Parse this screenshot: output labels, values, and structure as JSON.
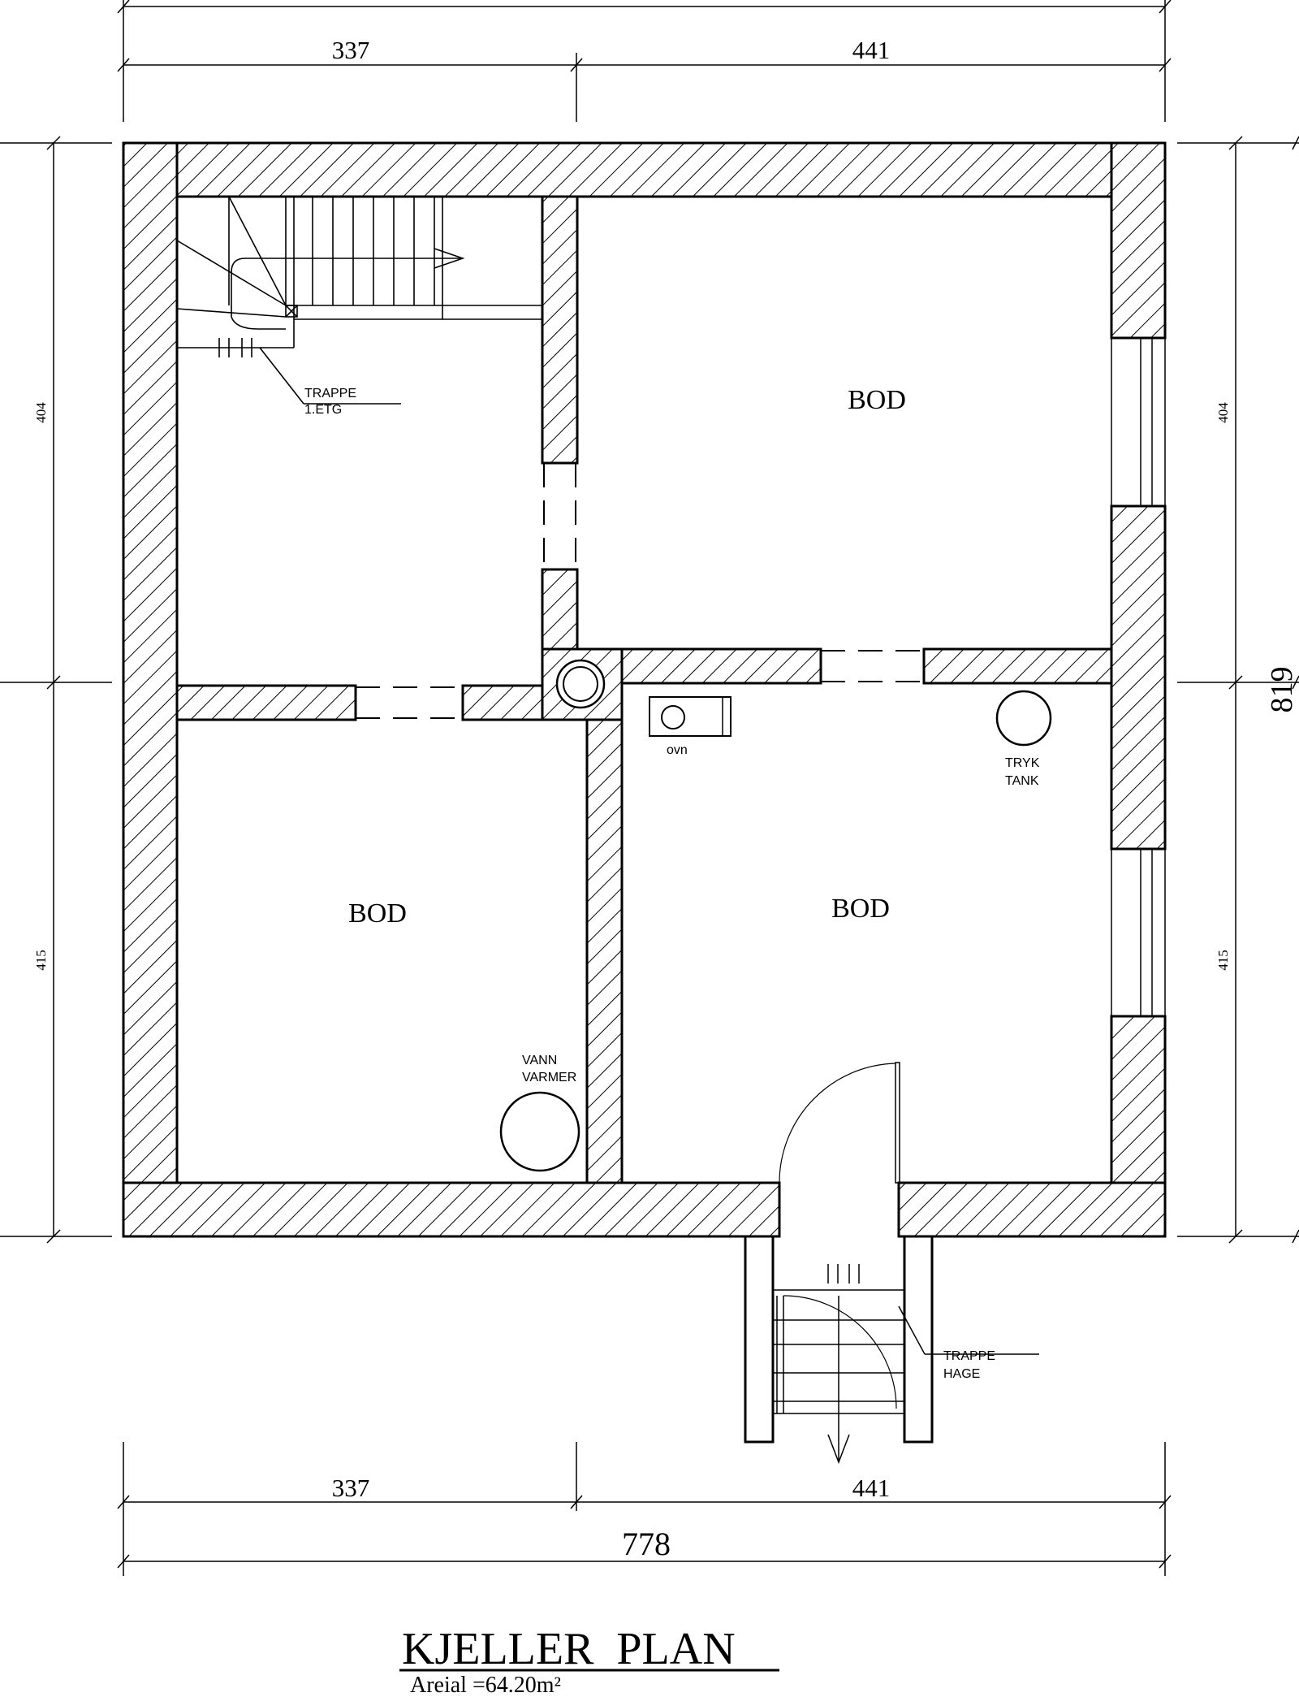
{
  "plan": {
    "title": "KJELLER  PLAN",
    "area": "Areial =64.20m²"
  },
  "rooms": {
    "upper_right": "BOD",
    "lower_left": "BOD",
    "lower_right": "BOD"
  },
  "labels": {
    "stair_inner_1": "TRAPPE",
    "stair_inner_2": "1.ETG",
    "heater_1": "VANN",
    "heater_2": "VARMER",
    "tank_1": "TRYK",
    "tank_2": "TANK",
    "oven": "ovn",
    "stair_outer_1": "TRAPPE",
    "stair_outer_2": "HAGE"
  },
  "dimensions": {
    "top_left": "337",
    "top_right": "441",
    "bottom_left": "337",
    "bottom_right": "441",
    "bottom_total": "778",
    "left_upper": "404",
    "left_lower": "415",
    "right_upper": "404",
    "right_lower": "415",
    "right_total": "819"
  }
}
